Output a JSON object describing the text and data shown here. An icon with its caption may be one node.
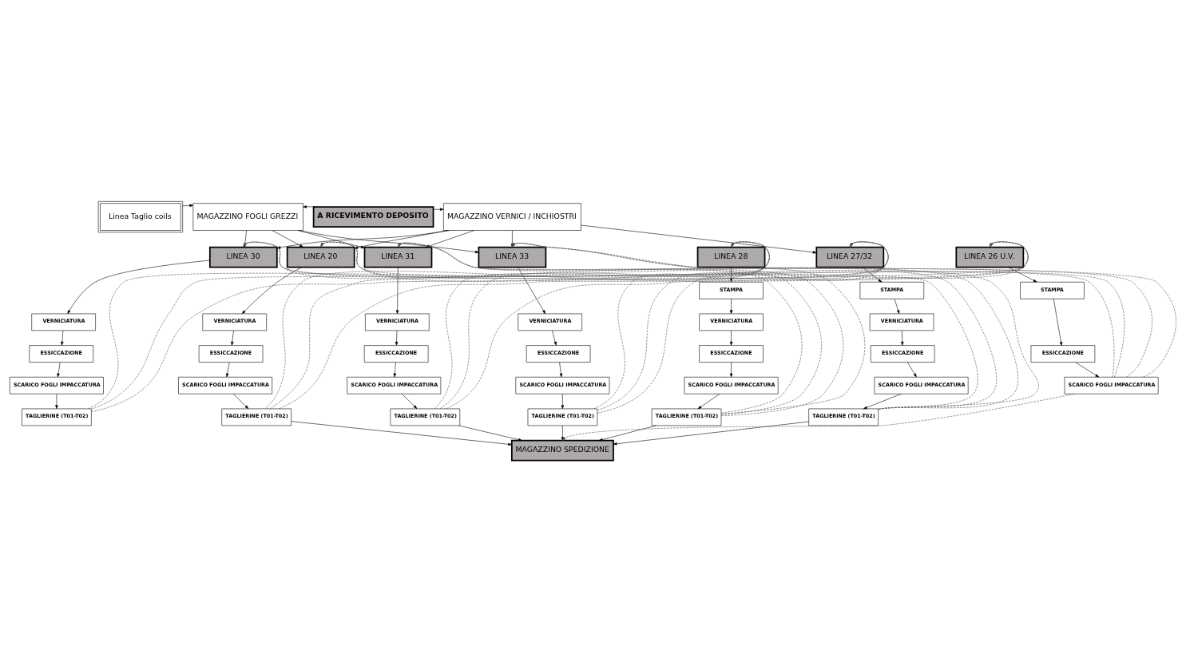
{
  "diagram": {
    "nodes": [
      {
        "text": [
          "Linea Taglio coils"
        ]
      },
      {
        "text": [
          "MAGAZZINO FOGLI GREZZI"
        ]
      },
      {
        "text": [
          "A RICEVIMENTO DEPOSITO"
        ]
      },
      {
        "text": [
          "MAGAZZINO VERNICI / INCHIOSTRI"
        ]
      },
      {
        "text": [
          "LINEA 30"
        ]
      },
      {
        "text": [
          "LINEA 20"
        ]
      },
      {
        "text": [
          "LINEA 31"
        ]
      },
      {
        "text": [
          "LINEA 33"
        ]
      },
      {
        "text": [
          "LINEA 28"
        ]
      },
      {
        "text": [
          "LINEA 27/32"
        ]
      },
      {
        "text": [
          "LINEA 26 U.V."
        ]
      },
      {
        "text": [
          "VERNICIATURA"
        ]
      },
      {
        "text": [
          "ESSICCAZIONE"
        ]
      },
      {
        "text": [
          "SCARICO FOGLI IMPACCATURA"
        ]
      },
      {
        "text": [
          "TAGLIERINE (T01-T02)"
        ]
      },
      {
        "text": [
          "VERNICIATURA"
        ]
      },
      {
        "text": [
          "ESSICCAZIONE"
        ]
      },
      {
        "text": [
          "SCARICO FOGLI IMPACCATURA"
        ]
      },
      {
        "text": [
          "TAGLIERINE (T01-T02)"
        ]
      },
      {
        "text": [
          "VERNICIATURA"
        ]
      },
      {
        "text": [
          "ESSICCAZIONE"
        ]
      },
      {
        "text": [
          "SCARICO FOGLI IMPACCATURA"
        ]
      },
      {
        "text": [
          "TAGLIERINE (T01-T02)"
        ]
      },
      {
        "text": [
          "VERNICIATURA"
        ]
      },
      {
        "text": [
          "ESSICCAZIONE"
        ]
      },
      {
        "text": [
          "SCARICO FOGLI IMPACCATURA"
        ]
      },
      {
        "text": [
          "TAGLIERINE (T01-T02)"
        ]
      },
      {
        "text": [
          "STAMPA"
        ]
      },
      {
        "text": [
          "VERNICIATURA"
        ]
      },
      {
        "text": [
          "ESSICCAZIONE"
        ]
      },
      {
        "text": [
          "SCARICO FOGLI IMPACCATURA"
        ]
      },
      {
        "text": [
          "TAGLIERINE (T01-T02)"
        ]
      },
      {
        "text": [
          "STAMPA"
        ]
      },
      {
        "text": [
          "VERNICIATURA"
        ]
      },
      {
        "text": [
          "ESSICCAZIONE"
        ]
      },
      {
        "text": [
          "SCARICO FOGLI IMPACCATURA"
        ]
      },
      {
        "text": [
          "TAGLIERINE (T01-T02)"
        ]
      },
      {
        "text": [
          "STAMPA"
        ]
      },
      {
        "text": [
          "ESSICCAZIONE"
        ]
      },
      {
        "text": [
          "SCARICO FOGLI IMPACCATURA"
        ]
      },
      {
        "text": [
          "MAGAZZINO SPEDIZIONE"
        ]
      }
    ],
    "edges": [
      {
        "from": 0,
        "to": 1,
        "arrow": "to"
      },
      {
        "from": 2,
        "to": 1,
        "arrow": "to"
      },
      {
        "from": 2,
        "to": 3,
        "arrow": "to"
      },
      {
        "from": 1,
        "to": 4,
        "arrow": "to"
      },
      {
        "from": 1,
        "to": 5,
        "arrow": "to"
      },
      {
        "from": 1,
        "to": 6,
        "arrow": "to"
      },
      {
        "from": 1,
        "to": 7,
        "arrow": "to"
      },
      {
        "from": 3,
        "to": 4,
        "arrow": "to"
      },
      {
        "from": 3,
        "to": 5,
        "arrow": "to"
      },
      {
        "from": 3,
        "to": 6,
        "arrow": "to"
      },
      {
        "from": 3,
        "to": 7,
        "arrow": "to"
      },
      {
        "from": 3,
        "to": 9,
        "arrow": "to"
      },
      {
        "from": 4,
        "to": 11,
        "arrow": "to"
      },
      {
        "from": 11,
        "to": 12,
        "arrow": "to"
      },
      {
        "from": 12,
        "to": 13,
        "arrow": "to"
      },
      {
        "from": 13,
        "to": 14,
        "arrow": "to"
      },
      {
        "from": 5,
        "to": 15,
        "arrow": "to"
      },
      {
        "from": 15,
        "to": 16,
        "arrow": "to"
      },
      {
        "from": 16,
        "to": 17,
        "arrow": "to"
      },
      {
        "from": 17,
        "to": 18,
        "arrow": "to"
      },
      {
        "from": 6,
        "to": 19,
        "arrow": "to"
      },
      {
        "from": 19,
        "to": 20,
        "arrow": "to"
      },
      {
        "from": 20,
        "to": 21,
        "arrow": "to"
      },
      {
        "from": 21,
        "to": 22,
        "arrow": "to"
      },
      {
        "from": 7,
        "to": 23,
        "arrow": "to"
      },
      {
        "from": 23,
        "to": 24,
        "arrow": "to"
      },
      {
        "from": 24,
        "to": 25,
        "arrow": "to"
      },
      {
        "from": 25,
        "to": 26,
        "arrow": "to"
      },
      {
        "from": 8,
        "to": 27,
        "arrow": "to"
      },
      {
        "from": 27,
        "to": 28,
        "arrow": "to"
      },
      {
        "from": 28,
        "to": 29,
        "arrow": "to"
      },
      {
        "from": 29,
        "to": 30,
        "arrow": "to"
      },
      {
        "from": 30,
        "to": 31,
        "arrow": "to"
      },
      {
        "from": 9,
        "to": 32,
        "arrow": "to"
      },
      {
        "from": 32,
        "to": 33,
        "arrow": "to"
      },
      {
        "from": 33,
        "to": 34,
        "arrow": "to"
      },
      {
        "from": 34,
        "to": 35,
        "arrow": "to"
      },
      {
        "from": 35,
        "to": 36,
        "arrow": "to"
      },
      {
        "from": 10,
        "to": 37,
        "arrow": "to"
      },
      {
        "from": 37,
        "to": 38,
        "arrow": "to"
      },
      {
        "from": 38,
        "to": 39,
        "arrow": "to"
      },
      {
        "from": 18,
        "to": 40,
        "arrow": "to"
      },
      {
        "from": 22,
        "to": 40,
        "arrow": "to"
      },
      {
        "from": 26,
        "to": 40,
        "arrow": "to"
      },
      {
        "from": 31,
        "to": 40,
        "arrow": "to"
      },
      {
        "from": 36,
        "to": 40,
        "arrow": "to"
      },
      {
        "from": 39,
        "to": 40,
        "arrow": "to",
        "style": "dashed"
      },
      {
        "from": 14,
        "to": 8,
        "arrow": "to",
        "style": "dashed"
      },
      {
        "from": 14,
        "to": 9,
        "arrow": "to",
        "style": "dashed"
      },
      {
        "from": 14,
        "to": 10,
        "arrow": "to",
        "style": "dashed"
      },
      {
        "from": 18,
        "to": 8,
        "arrow": "to",
        "style": "dashed"
      },
      {
        "from": 18,
        "to": 9,
        "arrow": "to",
        "style": "dashed"
      },
      {
        "from": 18,
        "to": 10,
        "arrow": "to",
        "style": "dashed"
      },
      {
        "from": 22,
        "to": 8,
        "arrow": "to",
        "style": "dashed"
      },
      {
        "from": 22,
        "to": 9,
        "arrow": "to",
        "style": "dashed"
      },
      {
        "from": 22,
        "to": 10,
        "arrow": "to",
        "style": "dashed"
      },
      {
        "from": 26,
        "to": 8,
        "arrow": "to",
        "style": "dashed"
      },
      {
        "from": 26,
        "to": 9,
        "arrow": "to",
        "style": "dashed"
      },
      {
        "from": 26,
        "to": 10,
        "arrow": "to",
        "style": "dashed"
      },
      {
        "from": 31,
        "to": 4,
        "arrow": "to",
        "style": "dashed"
      },
      {
        "from": 31,
        "to": 5,
        "arrow": "to",
        "style": "dashed"
      },
      {
        "from": 31,
        "to": 6,
        "arrow": "to",
        "style": "dashed"
      },
      {
        "from": 31,
        "to": 7,
        "arrow": "to",
        "style": "dashed"
      },
      {
        "from": 36,
        "to": 4,
        "arrow": "to",
        "style": "dashed"
      },
      {
        "from": 36,
        "to": 5,
        "arrow": "to",
        "style": "dashed"
      },
      {
        "from": 36,
        "to": 6,
        "arrow": "to",
        "style": "dashed"
      },
      {
        "from": 36,
        "to": 7,
        "arrow": "to",
        "style": "dashed"
      },
      {
        "from": 39,
        "to": 4,
        "arrow": "to",
        "style": "dashed"
      },
      {
        "from": 39,
        "to": 5,
        "arrow": "to",
        "style": "dashed"
      },
      {
        "from": 39,
        "to": 6,
        "arrow": "to",
        "style": "dashed"
      },
      {
        "from": 39,
        "to": 7,
        "arrow": "to",
        "style": "dashed"
      }
    ]
  }
}
